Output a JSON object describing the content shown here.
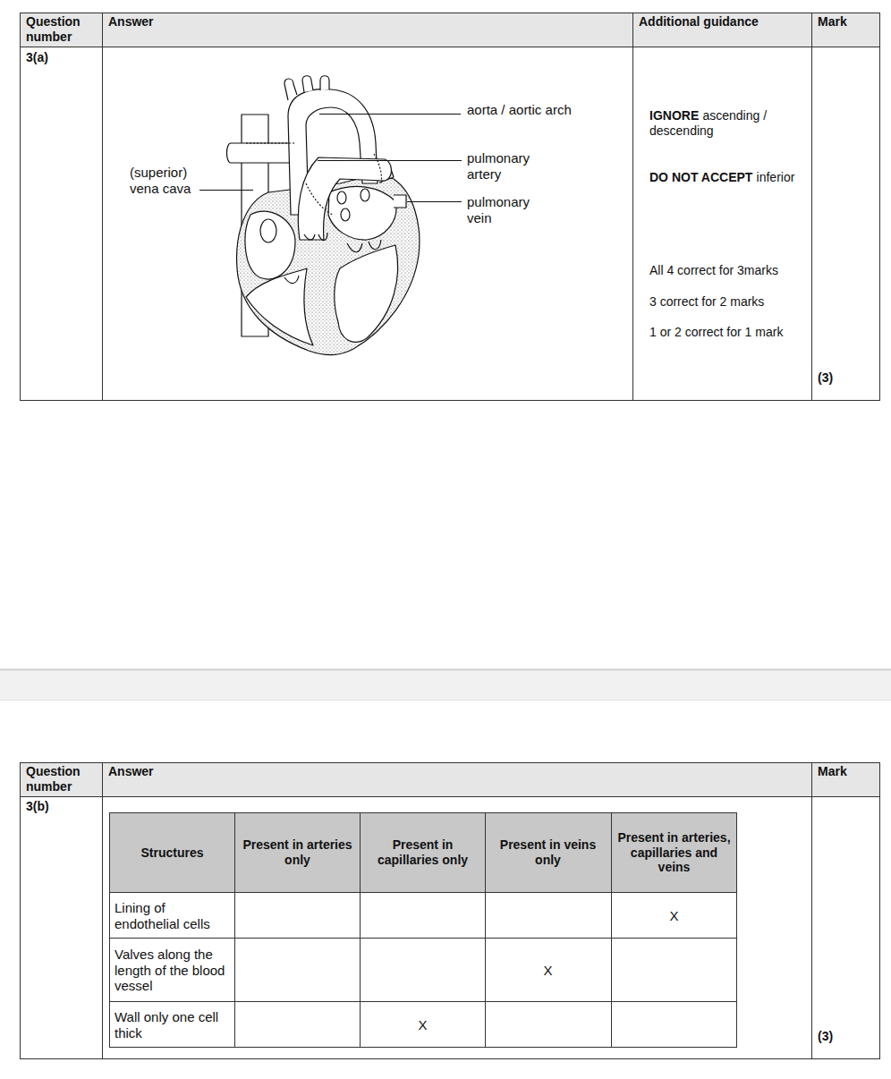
{
  "diagram": {
    "labels": [
      "Question number",
      "Answer",
      "Additional guidance",
      "Mark",
      "3(a)",
      "aorta / aortic arch",
      "pulmonary artery",
      "pulmonary vein",
      "(superior) vena cava",
      "IGNORE",
      "ascending / descending",
      "DO NOT ACCEPT",
      "inferior",
      "All 4 correct for 3marks",
      "3 correct for 2 marks",
      "1 or 2 correct for 1 mark",
      "(3)",
      "Question number",
      "Answer",
      "Mark",
      "3(b)",
      "Structures",
      "Present in arteries only",
      "Present in capillaries only",
      "Present in veins only",
      "Present in arteries, capillaries and veins",
      "Lining of endothelial cells",
      "X",
      "Valves along the length of the blood vessel",
      "X",
      "Wall only one cell thick",
      "X",
      "(3)"
    ]
  }
}
